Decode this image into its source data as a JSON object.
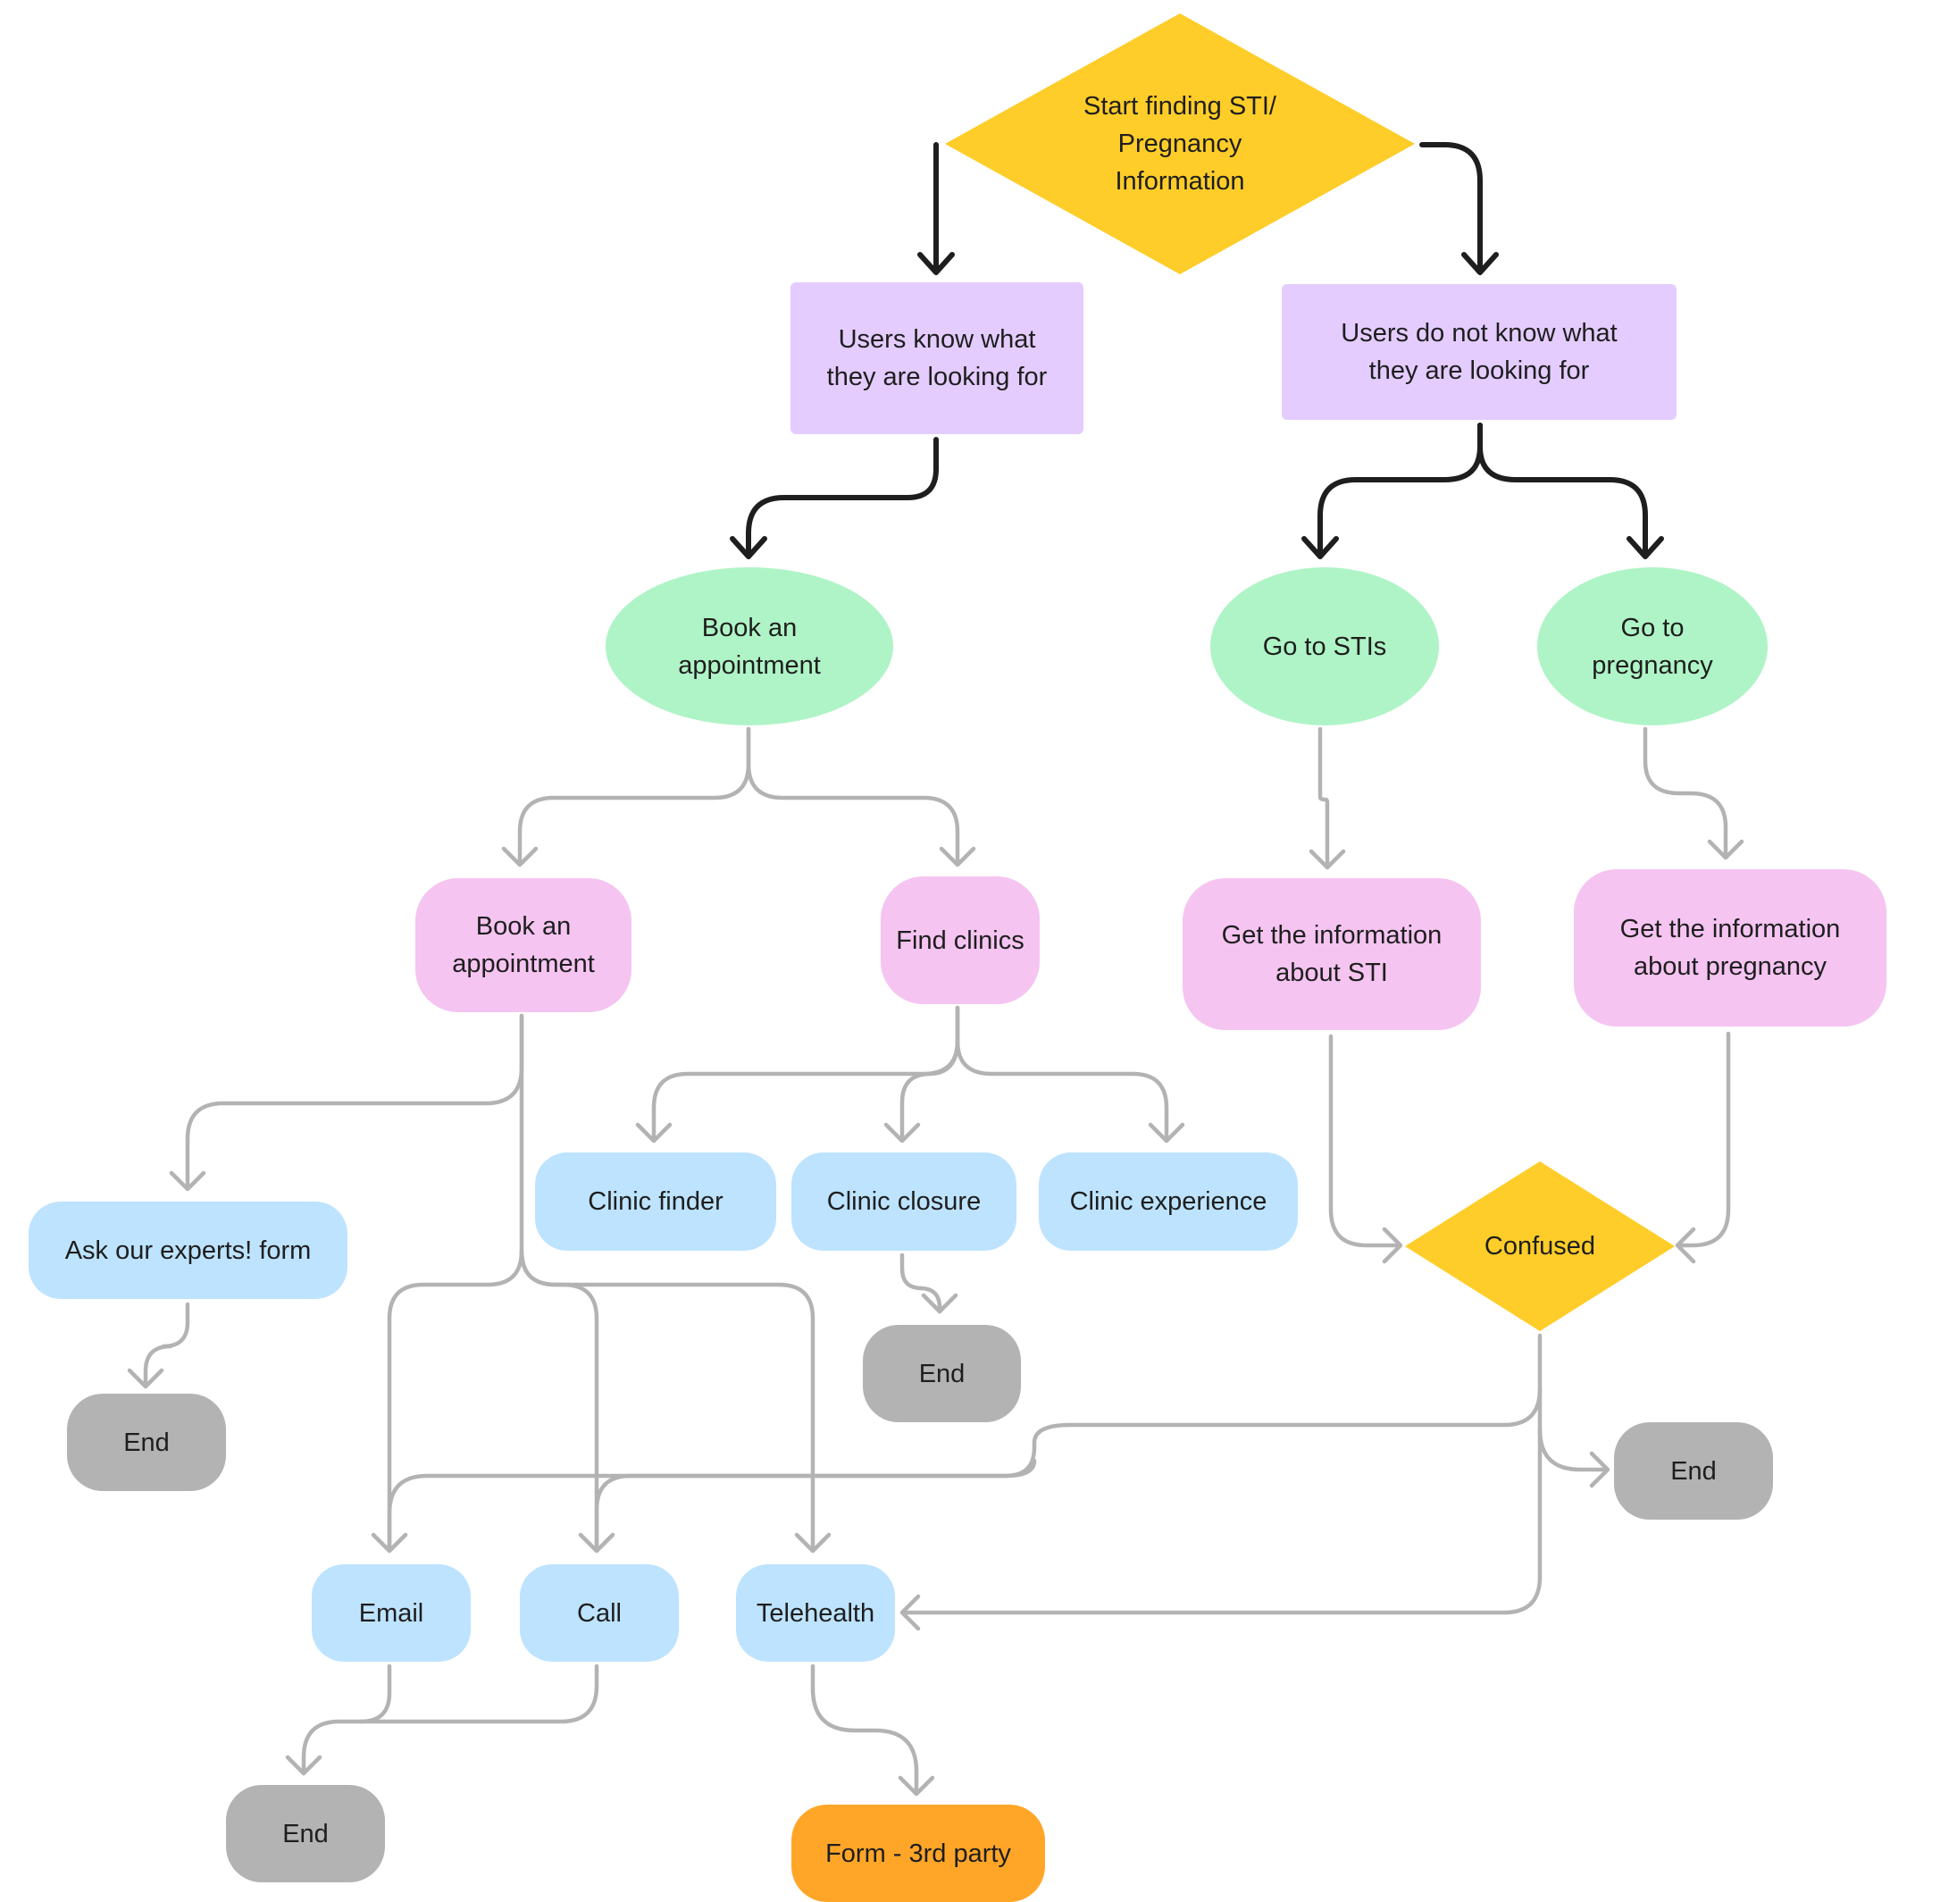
{
  "colors": {
    "yellow": "#FFCD29",
    "purple": "#E4CCFF",
    "green": "#AFF4C6",
    "pink": "#F5C4F1",
    "blue": "#BDE3FF",
    "gray": "#B3B3B3",
    "orange": "#FFA629",
    "dark_edge": "#1e1e1e",
    "gray_edge": "#b3b3b3"
  },
  "nodes": {
    "start": "Start finding STI/\nPregnancy\nInformation",
    "know": "Users know what\nthey are looking for",
    "not_know": "Users do not know what\nthey are looking for",
    "book_ellipse": "Book an\nappointment",
    "go_stis": "Go to STIs",
    "go_pregnancy": "Go to\npregnancy",
    "book_appt": "Book an\nappointment",
    "find_clinics": "Find clinics",
    "info_sti": "Get the information\nabout STI",
    "info_pregnancy": "Get the information\nabout pregnancy",
    "ask_experts": "Ask our experts! form",
    "clinic_finder": "Clinic finder",
    "clinic_closure": "Clinic closure",
    "clinic_experience": "Clinic experience",
    "confused": "Confused",
    "end_1": "End",
    "end_2": "End",
    "end_3": "End",
    "end_4": "End",
    "email": "Email",
    "call": "Call",
    "telehealth": "Telehealth",
    "form_3rd": "Form - 3rd party"
  }
}
